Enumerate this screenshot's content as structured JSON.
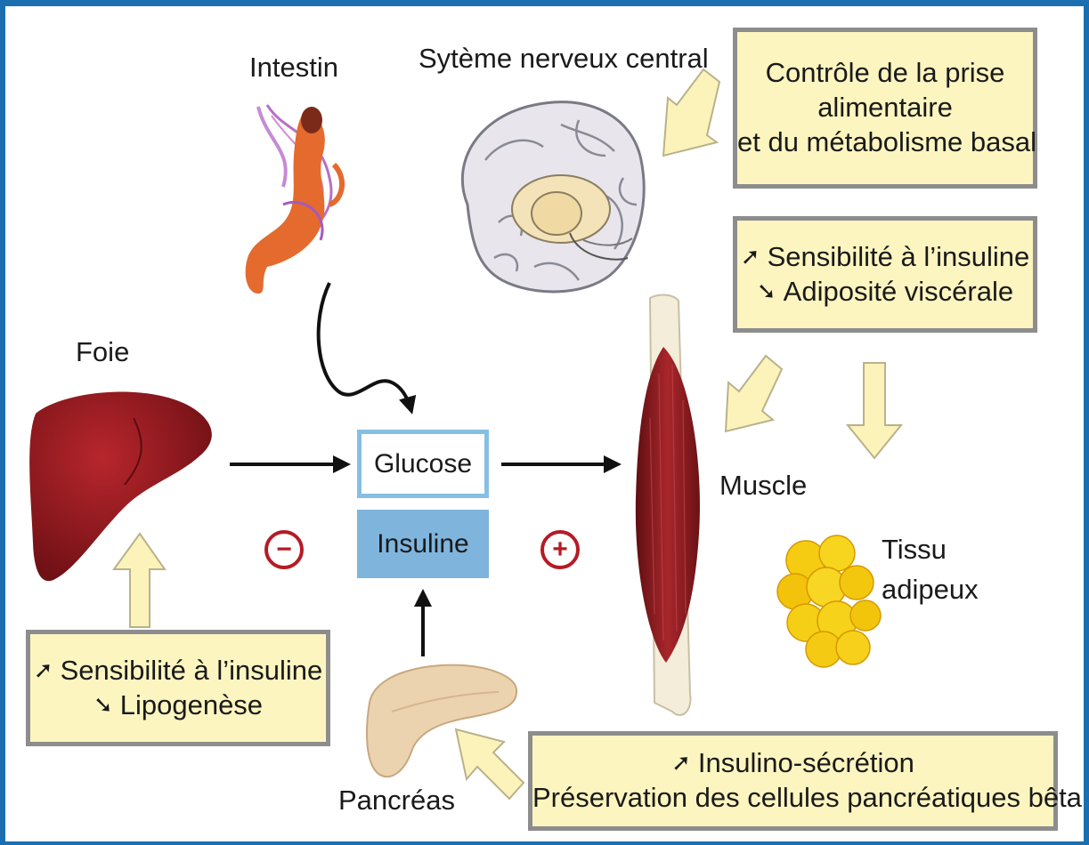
{
  "labels": {
    "intestin": "Intestin",
    "cns": "Sytème nerveux central",
    "foie": "Foie",
    "muscle": "Muscle",
    "tissu_line1": "Tissu",
    "tissu_line2": "adipeux",
    "pancreas": "Pancréas"
  },
  "center": {
    "glucose": "Glucose",
    "insuline": "Insuline",
    "minus": "−",
    "plus": "+"
  },
  "boxes": {
    "cns_box": {
      "lines": [
        "Contrôle de la prise",
        "alimentaire",
        "et du métabolisme basal"
      ]
    },
    "muscle_box": {
      "up_glyph": "➚",
      "down_glyph": "➘",
      "line1": "Sensibilité à l’insuline",
      "line2": "Adiposité viscérale"
    },
    "liver_box": {
      "up_glyph": "➚",
      "down_glyph": "➘",
      "line1": "Sensibilité à l’insuline",
      "line2": "Lipogenèse"
    },
    "pancreas_box": {
      "up_glyph": "➚",
      "line1": "Insulino-sécrétion",
      "line2": "Préservation des cellules pancréatiques bêta"
    }
  },
  "colors": {
    "frame": "#1b6fb0",
    "box_fill": "#fdf5c0",
    "box_border": "#8d8d8d",
    "glucose_border": "#86bfe3",
    "insuline_fill": "#7fb5dd",
    "sign_red": "#b51b25",
    "liver": "#8e1a1f",
    "muscle": "#8b1d22",
    "fat": "#f2c811",
    "pancreas": "#ecd3b0",
    "intestine": "#e46a2e",
    "brain": "#e6e4ea"
  }
}
